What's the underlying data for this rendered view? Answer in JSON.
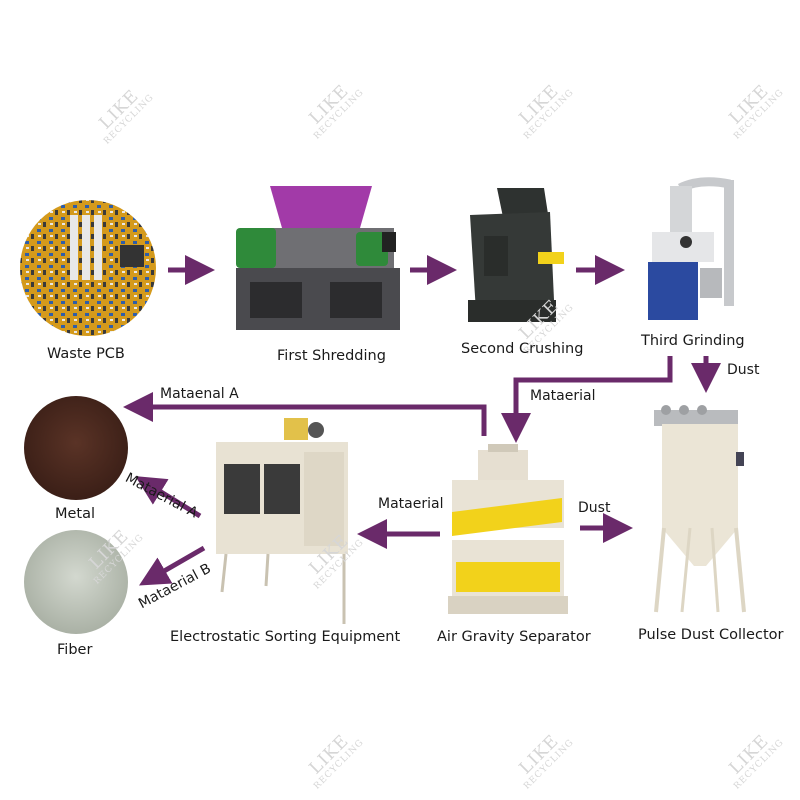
{
  "nodes": {
    "waste_pcb": "Waste PCB",
    "first_shredding": "First  Shredding",
    "second_crushing": "Second Crushing",
    "third_grinding": "Third Grinding",
    "metal": "Metal",
    "fiber": "Fiber",
    "electrostatic": "Electrostatic Sorting Equipment",
    "air_gravity": "Air Gravity Separator",
    "pulse_dust": "Pulse Dust Collector"
  },
  "edges": {
    "dust_top": "Dust",
    "mataerial_top": "Mataerial",
    "mataenal_a": "Mataenal A",
    "mataerial_a": "Mataerial A",
    "mataerial_b": "Mataerial B",
    "mataerial_mid": "Mataerial",
    "dust_mid": "Dust"
  },
  "watermark": {
    "brand": "LIKE",
    "sub": "RECYCLING"
  },
  "colors": {
    "arrow": "#6a2a6a",
    "shredder_hopper": "#a23aa8",
    "shredder_gear": "#2f8a3a",
    "separator_yellow": "#f2d21b"
  }
}
